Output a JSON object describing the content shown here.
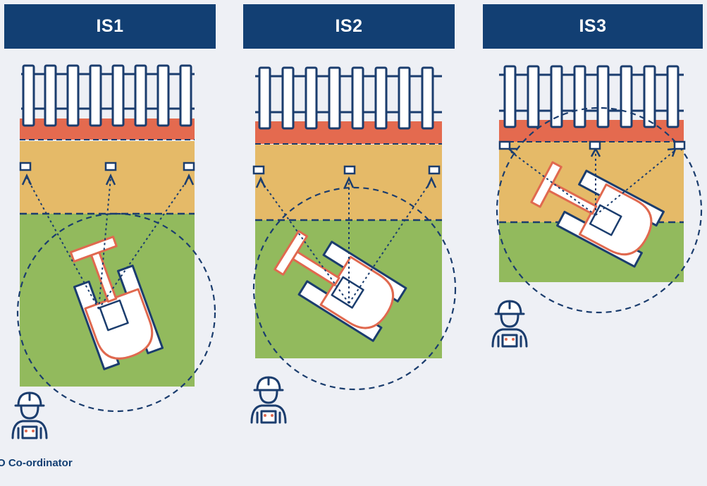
{
  "panels": [
    {
      "id": "IS1",
      "title": "IS1"
    },
    {
      "id": "IS2",
      "title": "IS2"
    },
    {
      "id": "IS3",
      "title": "IS3"
    }
  ],
  "caption": "O Co-ordinator",
  "colors": {
    "header": "#123f73",
    "background": "#eef0f5",
    "navy": "#1b3d6e",
    "red_band": "#e46a4f",
    "orange_zone": "#e5ba68",
    "green_zone": "#92ba5d",
    "machine_outline": "#e0694f",
    "machine_fill": "#ffffff"
  },
  "icons": [
    "fence-icon",
    "survey-target-icon",
    "excavator-icon",
    "worker-icon"
  ]
}
